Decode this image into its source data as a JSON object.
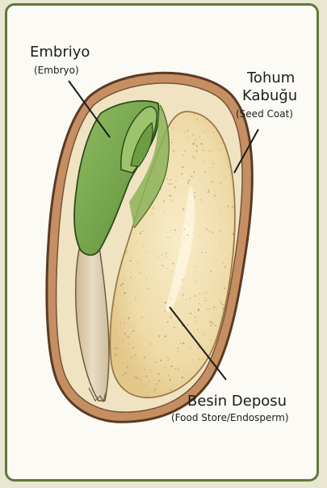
{
  "labels": {
    "embryo": {
      "title": "Embriyo",
      "subtitle": "(Embryo)"
    },
    "seed_coat": {
      "title_line1": "Tohum",
      "title_line2": "Kabuğu",
      "subtitle": "(Seed Coat)"
    },
    "food_store": {
      "title": "Besin Deposu",
      "subtitle": "(Food Store/Endosperm)"
    }
  },
  "colors": {
    "frame": "#5f7a39",
    "seed_coat": "#8a5a37",
    "endosperm": "#ecd8a4",
    "embryo_leaf": "#7fa852",
    "radicle": "#dccdb1"
  }
}
